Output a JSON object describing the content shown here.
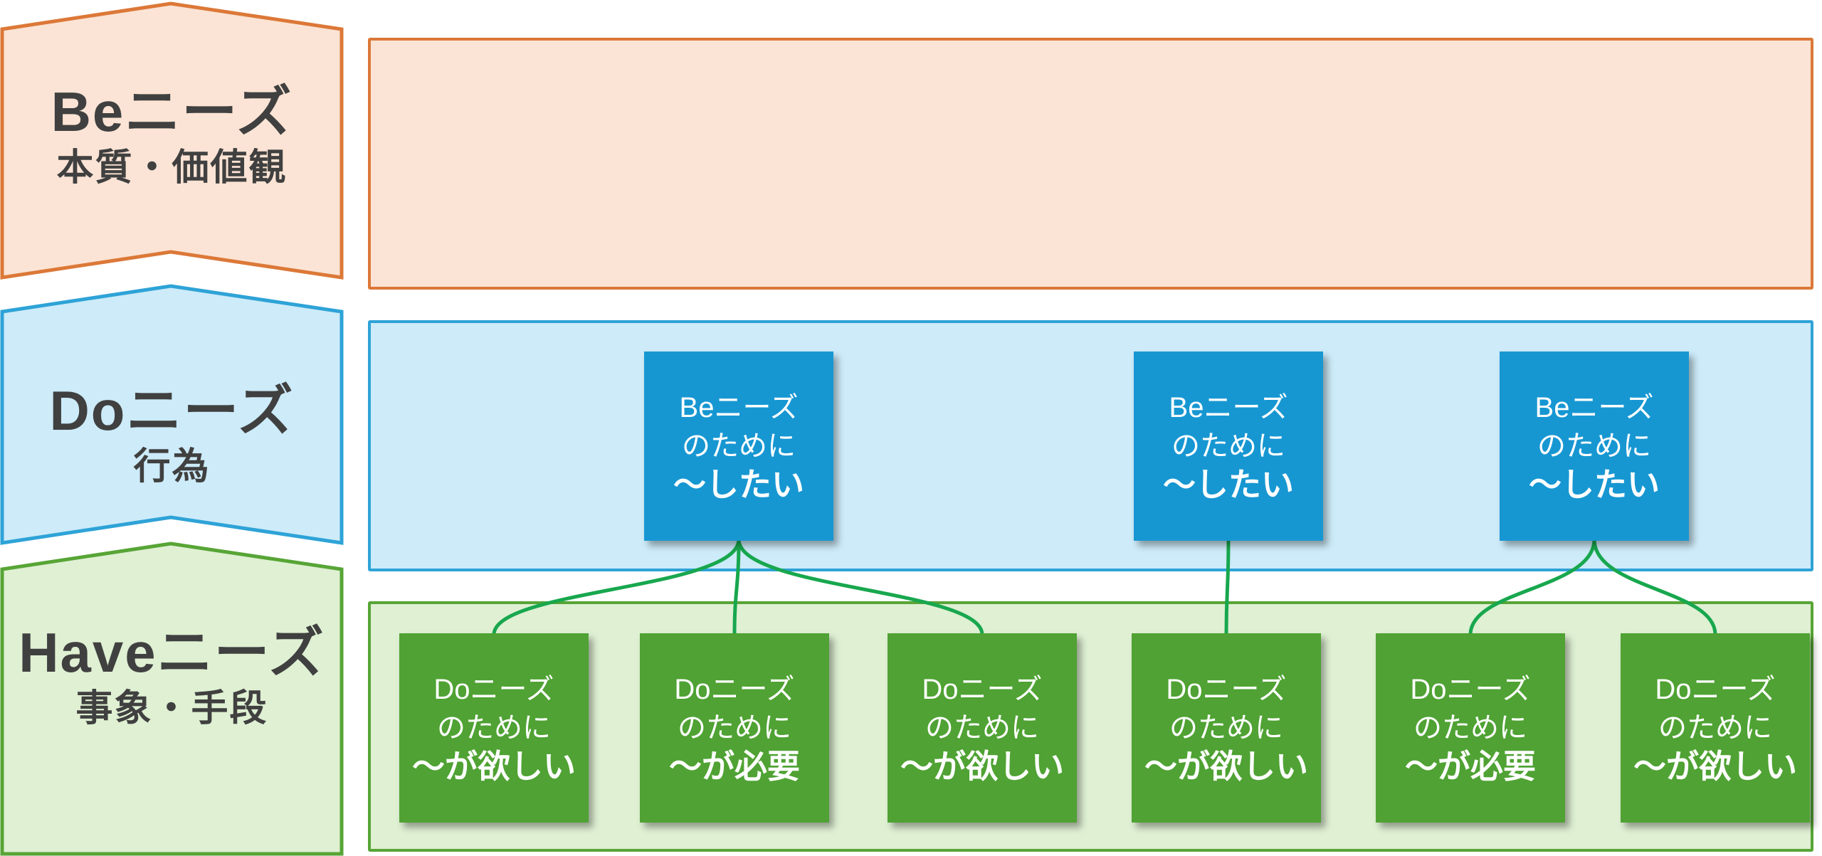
{
  "layers": {
    "be": {
      "title": "Beニーズ",
      "subtitle": "本質・価値観"
    },
    "do": {
      "title": "Doニーズ",
      "subtitle": "行為"
    },
    "have": {
      "title": "Haveニーズ",
      "subtitle": "事象・手段"
    }
  },
  "do_boxes": [
    {
      "line1": "Beニーズ",
      "line2": "のために",
      "line3": "～したい"
    },
    {
      "line1": "Beニーズ",
      "line2": "のために",
      "line3": "～したい"
    },
    {
      "line1": "Beニーズ",
      "line2": "のために",
      "line3": "～したい"
    }
  ],
  "have_boxes": [
    {
      "line1": "Doニーズ",
      "line2": "のために",
      "line3": "～が欲しい"
    },
    {
      "line1": "Doニーズ",
      "line2": "のために",
      "line3": "～が必要"
    },
    {
      "line1": "Doニーズ",
      "line2": "のために",
      "line3": "～が欲しい"
    },
    {
      "line1": "Doニーズ",
      "line2": "のために",
      "line3": "～が欲しい"
    },
    {
      "line1": "Doニーズ",
      "line2": "のために",
      "line3": "～が必要"
    },
    {
      "line1": "Doニーズ",
      "line2": "のために",
      "line3": "～が欲しい"
    }
  ],
  "connections": [
    {
      "from_do_box": 0,
      "to_have_boxes": [
        0,
        1,
        2
      ]
    },
    {
      "from_do_box": 1,
      "to_have_boxes": [
        3
      ]
    },
    {
      "from_do_box": 2,
      "to_have_boxes": [
        4,
        5
      ]
    }
  ],
  "colors": {
    "be_border": "#DC7838",
    "be_fill": "#FBE4D5",
    "do_border": "#2EA3D7",
    "do_fill": "#CDEBF9",
    "do_box_fill": "#1797D2",
    "have_border": "#57A536",
    "have_fill": "#DFF0D3",
    "have_box_fill": "#4FA233",
    "connector": "#18A74E",
    "label_text": "#404040",
    "box_text": "#FFFFFF"
  }
}
